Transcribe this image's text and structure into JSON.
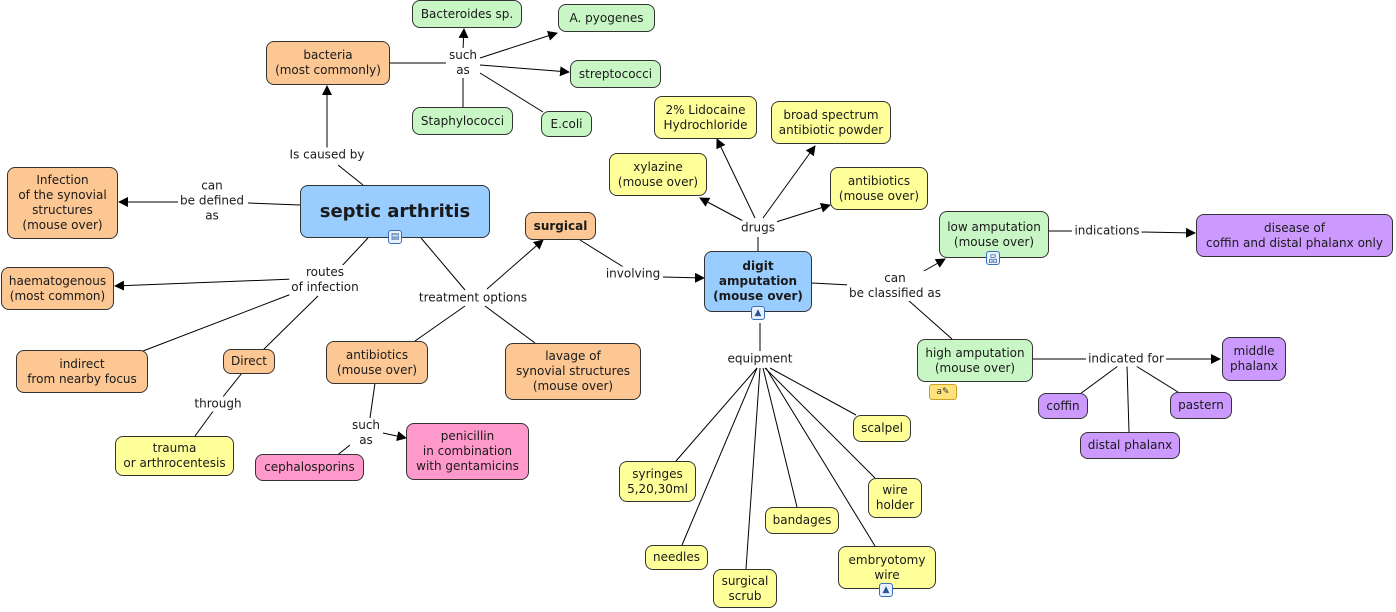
{
  "colors": {
    "orange": "#fcc793",
    "green": "#c8f7c5",
    "yellow": "#ffff99",
    "blue": "#99ccff",
    "pink": "#ff99cc",
    "purple": "#cc99ff"
  },
  "nodes": {
    "septic_arthritis": "septic arthritis",
    "bacteria": "bacteria\n(most commonly)",
    "bacteroides": "Bacteroides sp.",
    "a_pyogenes": "A. pyogenes",
    "streptococci": "streptococci",
    "staphylococci": "Staphylococci",
    "ecoli": "E.coli",
    "infection_synovial": "Infection\nof the synovial\nstructures\n(mouse over)",
    "haematogenous": "haematogenous\n(most common)",
    "indirect": "indirect\nfrom nearby focus",
    "direct": "Direct",
    "trauma": "trauma\nor arthrocentesis",
    "antibiotics_treat": "antibiotics\n(mouse over)",
    "lavage": "lavage of\nsynovial structures\n(mouse over)",
    "cephalosporins": "cephalosporins",
    "penicillin": "penicillin\nin combination\nwith gentamicins",
    "surgical": "surgical",
    "digit_amputation": "digit\namputation\n(mouse over)",
    "lidocaine": "2% Lidocaine\nHydrochloride",
    "broad_spectrum": "broad spectrum\nantibiotic powder",
    "xylazine": "xylazine\n(mouse over)",
    "antibiotics_drug": "antibiotics\n(mouse over)",
    "low_amputation": "low amputation\n(mouse over)",
    "disease_coffin": "disease of\ncoffin and distal phalanx only",
    "high_amputation": "high amputation\n(mouse over)",
    "middle_phalanx": "middle\nphalanx",
    "coffin": "coffin",
    "pastern": "pastern",
    "distal_phalanx": "distal phalanx",
    "syringes": "syringes\n5,20,30ml",
    "needles": "needles",
    "surgical_scrub": "surgical\nscrub",
    "bandages": "bandages",
    "scalpel": "scalpel",
    "wire_holder": "wire\nholder",
    "embryotomy_wire": "embryotomy\nwire"
  },
  "labels": {
    "such_as_1": "such\nas",
    "is_caused_by": "Is caused by",
    "can_be_defined_as": "can\nbe defined\nas",
    "routes_of_infection": "routes\nof infection",
    "treatment_options": "treatment options",
    "through": "through",
    "such_as_2": "such\nas",
    "involving": "involving",
    "drugs": "drugs",
    "can_be_classified_as": "can\nbe classified as",
    "indications": "indications",
    "indicated_for": "indicated for",
    "equipment": "equipment"
  },
  "icons": {
    "septic": "document-image-icon",
    "digit": "image-icon",
    "low": "concept-map-icon",
    "high": "annotation-note-icon",
    "embryotomy": "image-icon"
  }
}
